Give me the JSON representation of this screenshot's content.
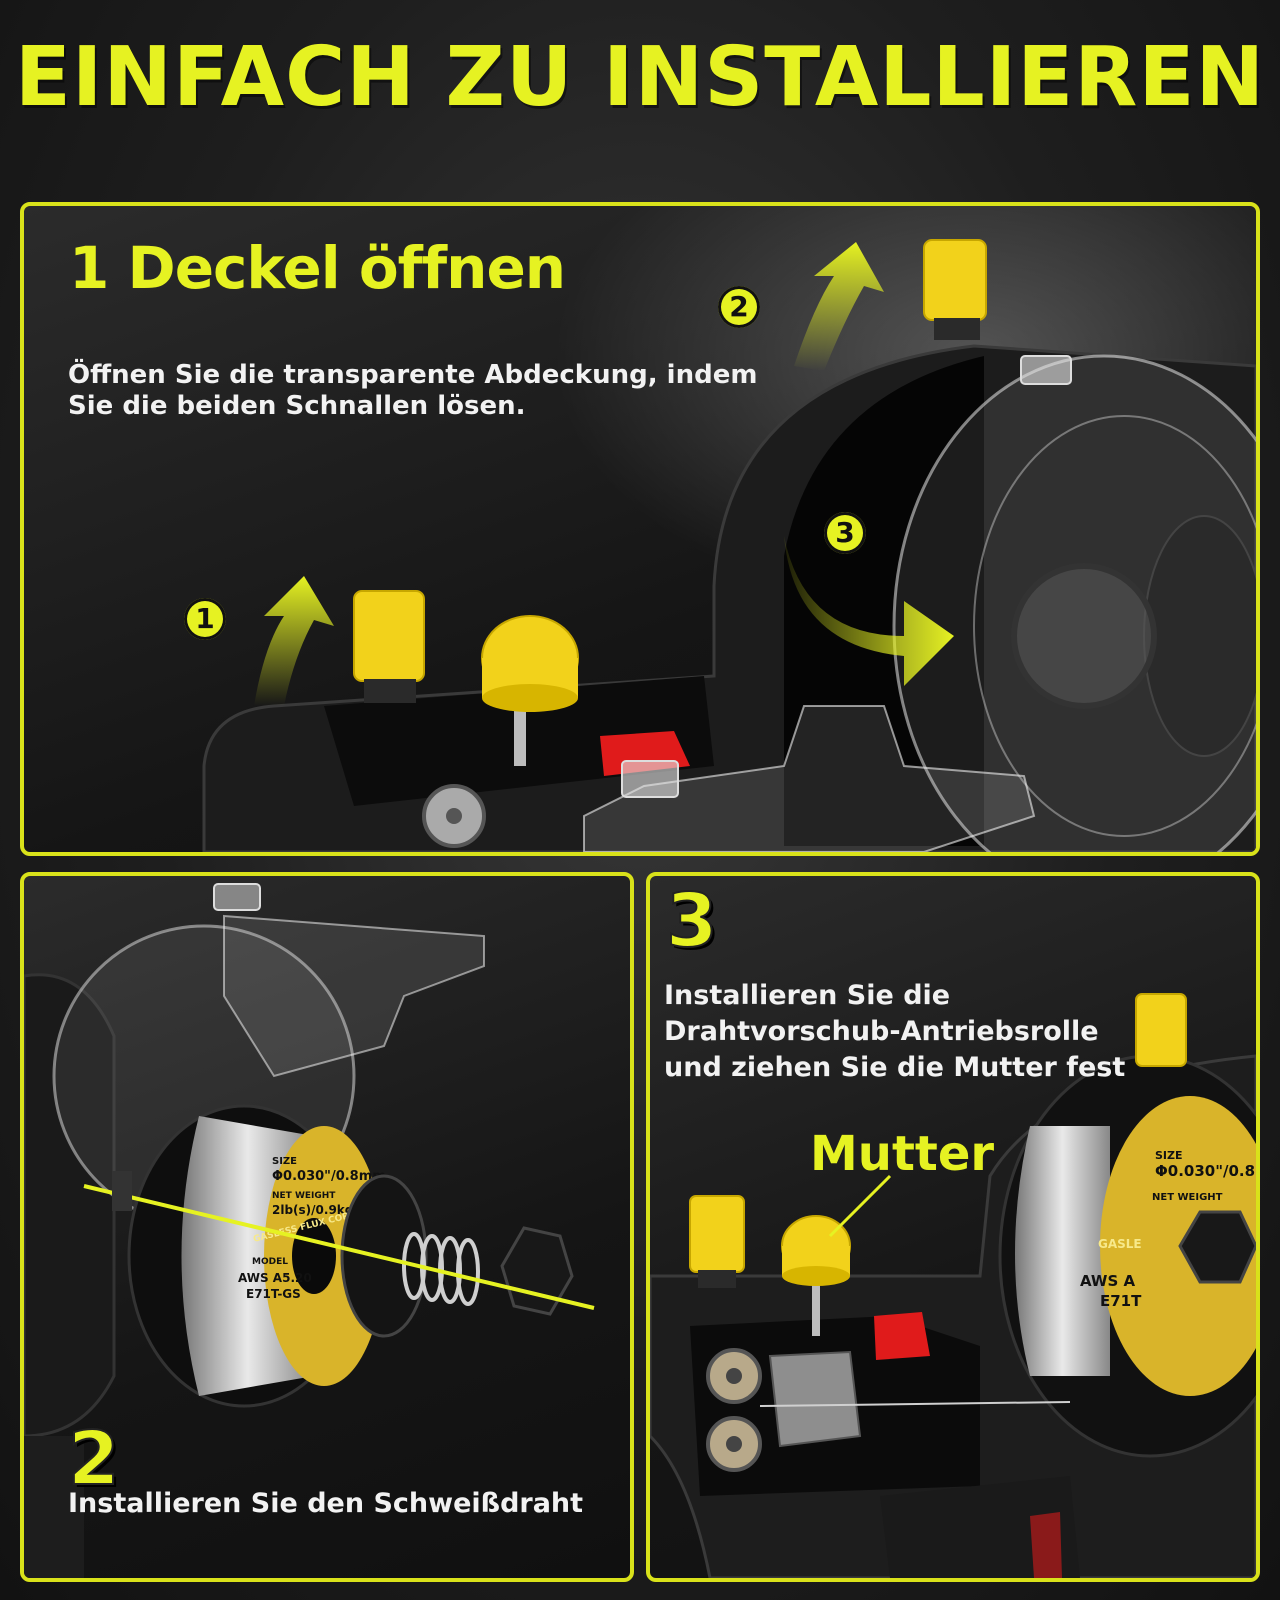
{
  "header": {
    "title": "EINFACH ZU INSTALLIEREN"
  },
  "step1": {
    "heading": "1 Deckel öffnen",
    "description": "Öffnen Sie die transparente Abdeckung, indem Sie die beiden Schnallen lösen.",
    "markers": [
      "1",
      "2",
      "3"
    ]
  },
  "step2": {
    "number": "2",
    "description": "Installieren Sie den Schweißdraht",
    "spool_label": {
      "size_title": "SIZE",
      "size": "Φ0.030\"/0.8mm",
      "weight_title": "NET WEIGHT",
      "weight": "2lb(s)/0.9kg",
      "product": "GASLESS FLUX CORE WIRE",
      "model_title": "MODEL",
      "model": "AWS A5.20",
      "code": "E71T-GS"
    }
  },
  "step3": {
    "number": "3",
    "description": "Installieren Sie die Drahtvorschub-Antriebsrolle und ziehen Sie die Mutter fest",
    "callout": "Mutter",
    "spool_label": {
      "size_title": "SIZE",
      "size": "Φ0.030\"/0.8",
      "weight_title": "NET WEIGHT",
      "product": "GASLE",
      "model": "AWS A",
      "code": "E71T"
    }
  },
  "colors": {
    "accent": "#e6f222",
    "frame": "#d9e21a",
    "latch": "#f2d21b",
    "red_part": "#e01b1b"
  }
}
